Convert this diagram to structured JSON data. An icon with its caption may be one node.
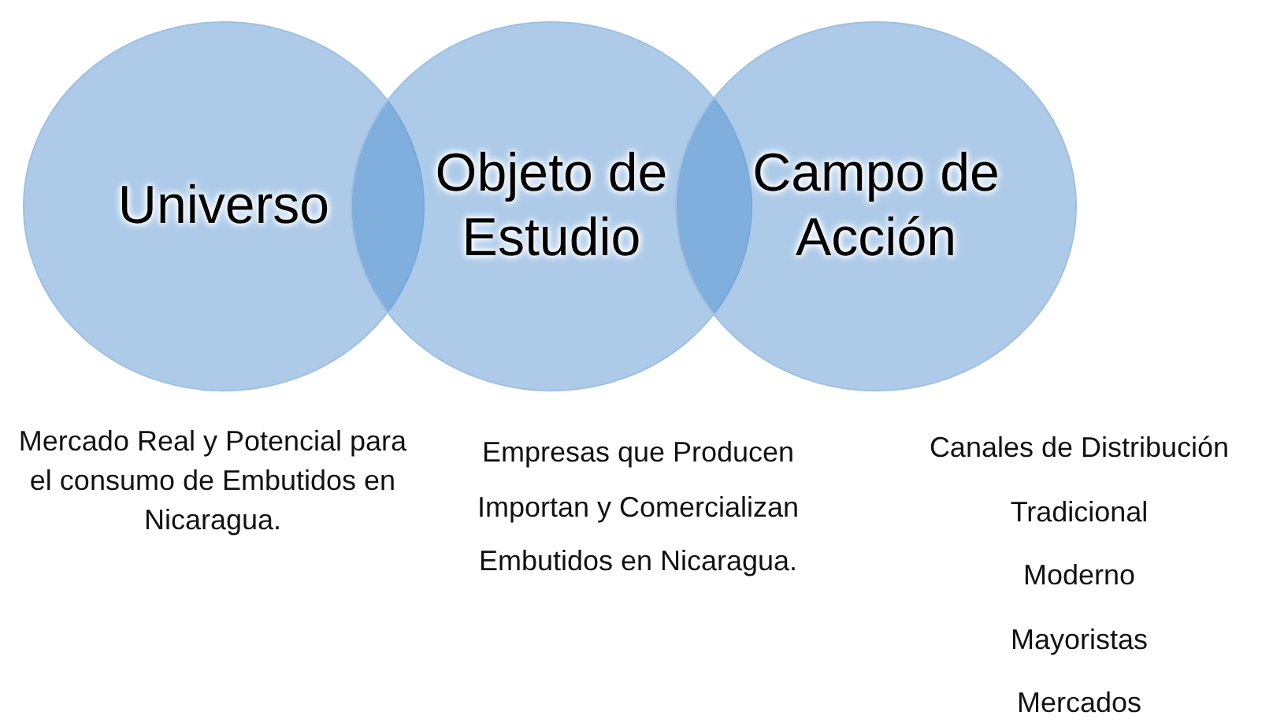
{
  "diagram": {
    "nodes": [
      {
        "text": [
          "Universo"
        ],
        "beside": [
          "Mercado Real y Potencial para el consumo de Embutidos en Nicaragua."
        ]
      },
      {
        "text": [
          "Objeto de Estudio"
        ],
        "beside": [
          "Empresas que Producen Importan y Comercializan Embutidos en Nicaragua."
        ]
      },
      {
        "text": [
          "Campo de Acción"
        ],
        "beside": [
          "Canales de Distribución",
          "Tradicional",
          "Moderno",
          "Mayoristas",
          "Mercados"
        ]
      }
    ]
  }
}
